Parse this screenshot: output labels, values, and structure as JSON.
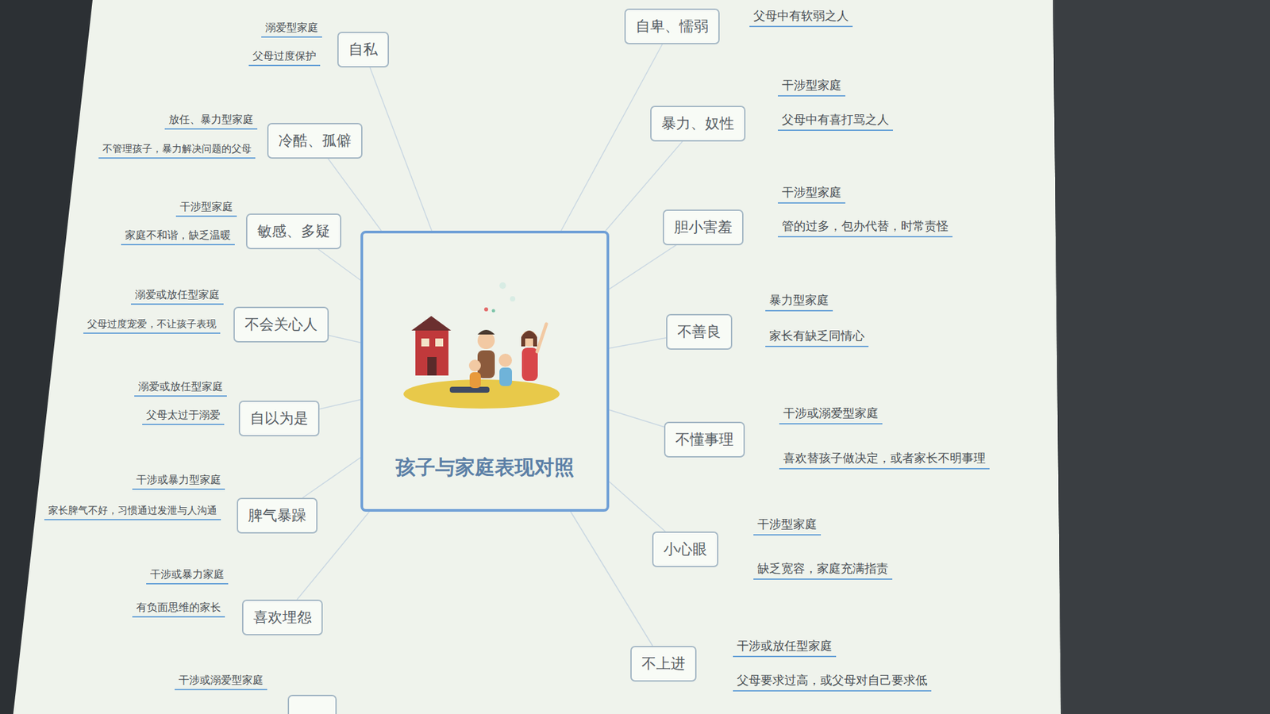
{
  "diagram": {
    "nodes": [
      {
        "text": [
          "孩子与家庭表现对照"
        ]
      },
      {
        "text": [
          "自私"
        ]
      },
      {
        "text": [
          "冷酷、孤僻"
        ]
      },
      {
        "text": [
          "敏感、多疑"
        ]
      },
      {
        "text": [
          "不会关心人"
        ]
      },
      {
        "text": [
          "自以为是"
        ]
      },
      {
        "text": [
          "脾气暴躁"
        ]
      },
      {
        "text": [
          "喜欢埋怨"
        ]
      },
      {
        "text": [
          "自卑、懦弱"
        ]
      },
      {
        "text": [
          "暴力、奴性"
        ]
      },
      {
        "text": [
          "胆小害羞"
        ]
      },
      {
        "text": [
          "不善良"
        ]
      },
      {
        "text": [
          "不懂事理"
        ]
      },
      {
        "text": [
          "小心眼"
        ]
      },
      {
        "text": [
          "不上进"
        ]
      }
    ],
    "edges": [
      {
        "from": 0,
        "to": 1,
        "arrow": "none"
      },
      {
        "from": 0,
        "to": 2,
        "arrow": "none"
      },
      {
        "from": 0,
        "to": 3,
        "arrow": "none"
      },
      {
        "from": 0,
        "to": 4,
        "arrow": "none"
      },
      {
        "from": 0,
        "to": 5,
        "arrow": "none"
      },
      {
        "from": 0,
        "to": 6,
        "arrow": "none"
      },
      {
        "from": 0,
        "to": 7,
        "arrow": "none"
      },
      {
        "from": 0,
        "to": 8,
        "arrow": "none"
      },
      {
        "from": 0,
        "to": 9,
        "arrow": "none"
      },
      {
        "from": 0,
        "to": 10,
        "arrow": "none"
      },
      {
        "from": 0,
        "to": 11,
        "arrow": "none"
      },
      {
        "from": 0,
        "to": 12,
        "arrow": "none"
      },
      {
        "from": 0,
        "to": 13,
        "arrow": "none"
      },
      {
        "from": 0,
        "to": 14,
        "arrow": "none"
      }
    ],
    "labels": [
      "溺爱型家庭",
      "父母过度保护",
      "放任、暴力型家庭",
      "不管理孩子，暴力解决问题的父母",
      "干涉型家庭",
      "家庭不和谐，缺乏温暖",
      "溺爱或放任型家庭",
      "父母过度宠爱，不让孩子表现",
      "溺爱或放任型家庭",
      "父母太过于溺爱",
      "干涉或暴力型家庭",
      "家长脾气不好，习惯通过发泄与人沟通",
      "干涉或暴力家庭",
      "有负面思维的家长",
      "干涉或溺爱型家庭",
      "父母中有软弱之人",
      "干涉型家庭",
      "父母中有喜打骂之人",
      "干涉型家庭",
      "管的过多，包办代替，时常责怪",
      "暴力型家庭",
      "家长有缺乏同情心",
      "干涉或溺爱型家庭",
      "喜欢替孩子做决定，或者家长不明事理",
      "干涉型家庭",
      "缺乏宽容，家庭充满指责",
      "干涉或放任型家庭",
      "父母要求过高，或父母对自己要求低"
    ]
  }
}
